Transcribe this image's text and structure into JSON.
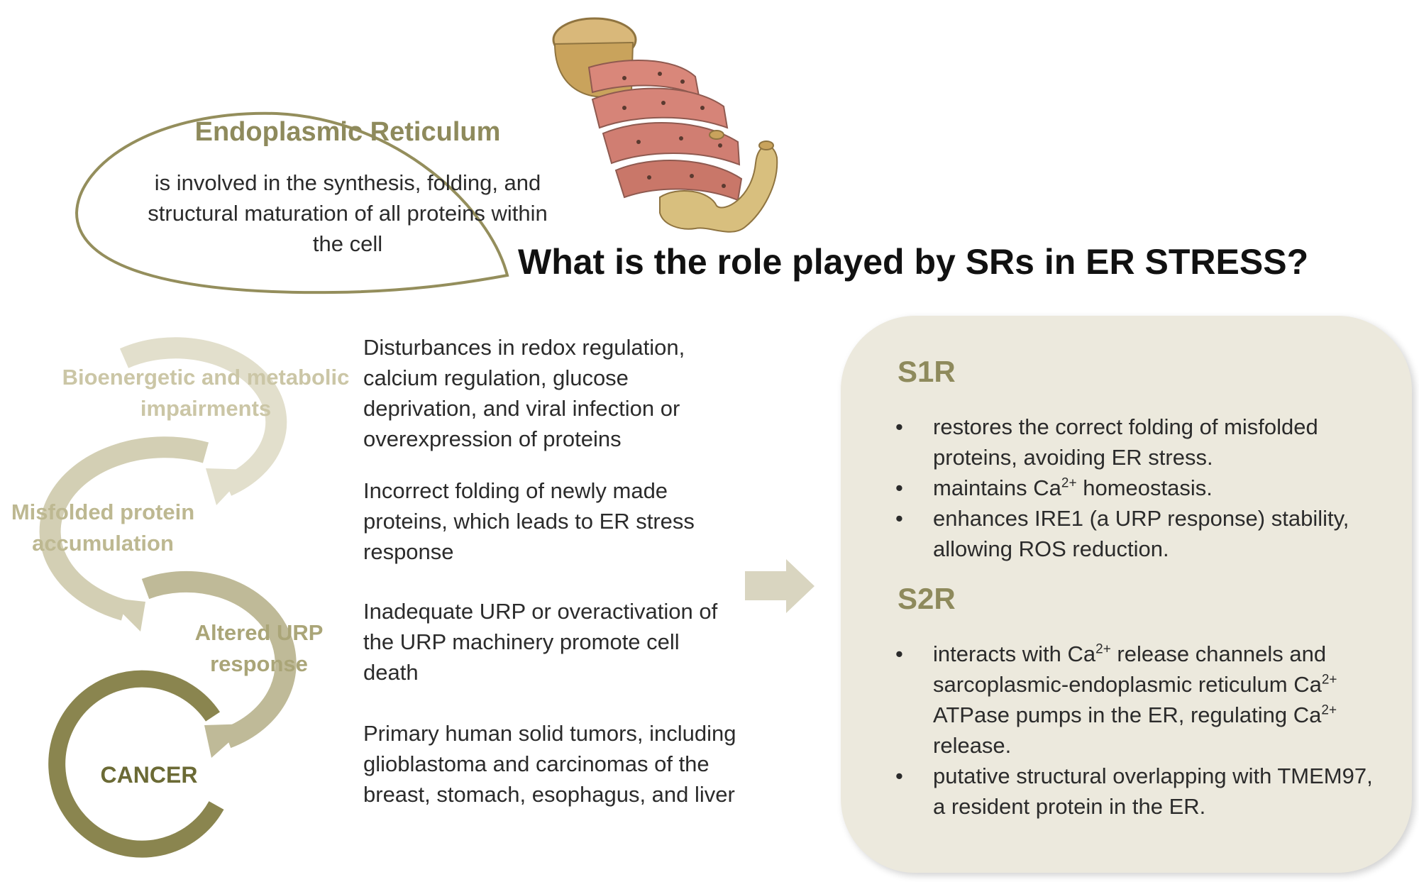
{
  "er_bubble": {
    "title": "Endoplasmic Reticulum",
    "description": "is involved in the synthesis, folding, and structural maturation of all proteins within the cell"
  },
  "question": "What is the role played by SRs in ER STRESS?",
  "cycle_steps": [
    {
      "label": "Bioenergetic and metabolic impairments"
    },
    {
      "label": "Misfolded protein accumulation"
    },
    {
      "label": "Altered URP response"
    },
    {
      "label": "CANCER"
    }
  ],
  "step_texts": [
    "Disturbances in redox regulation, calcium regulation, glucose deprivation, and viral infection or overexpression of proteins",
    "Incorrect folding of newly made proteins, which leads  to ER stress response",
    "Inadequate URP or overactivation of the URP machinery  promote cell death",
    "Primary human solid tumors, including glioblastoma and carcinomas of the breast, stomach, esophagus, and liver"
  ],
  "s1r": {
    "heading": "S1R",
    "bullet": "•",
    "items": [
      {
        "text": "restores the correct folding of misfolded proteins, avoiding ER stress."
      },
      {
        "pre": "maintains Ca",
        "sup": "2+",
        "post": " homeostasis."
      },
      {
        "text": "enhances IRE1 (a URP response) stability, allowing ROS reduction."
      }
    ]
  },
  "s2r": {
    "heading": "S2R",
    "bullet": "•",
    "items": [
      {
        "a": "interacts with Ca",
        "sup1": "2+",
        "b": " release channels and sarcoplasmic-endoplasmic reticulum Ca",
        "sup2": "2+",
        "c": " ATPase pumps in the ER, regulating Ca",
        "sup3": "2+",
        "d": " release."
      },
      {
        "text": "putative structural overlapping with TMEM97, a resident protein in the ER."
      }
    ]
  },
  "colors": {
    "olive_text": "#8e8a5c",
    "panel_bg": "#ece9dd",
    "arrow_light": "#dcd8c3",
    "arrow_mid": "#c9c4a5",
    "arrow_dark": "#a6a170",
    "cancer_ring": "#8a854f"
  },
  "icons": [
    "endoplasmic-reticulum-illustration",
    "right-arrow-icon"
  ]
}
